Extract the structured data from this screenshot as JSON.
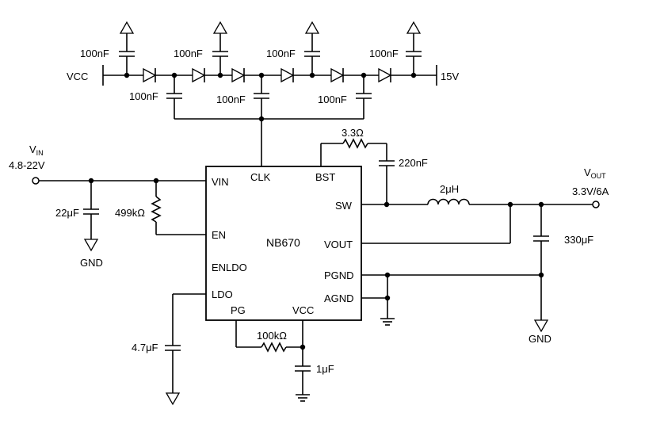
{
  "nets": {
    "vcc_left": "VCC",
    "out_15v": "15V",
    "vin_main": "V",
    "vin_sub": "IN",
    "vin_range": "4.8-22V",
    "vout_main": "V",
    "vout_sub": "OUT",
    "vout_spec": "3.3V/6A",
    "gnd_in": "GND",
    "gnd_out": "GND"
  },
  "components": {
    "pump_caps_top": [
      "100nF",
      "100nF",
      "100nF",
      "100nF"
    ],
    "pump_caps_bottom": [
      "100nF",
      "100nF",
      "100nF"
    ],
    "r_boot": "3.3Ω",
    "c_boot": "220nF",
    "inductor": "2μH",
    "c_out": "330μF",
    "c_in": "22μF",
    "r_en": "499kΩ",
    "c_ldo": "4.7μF",
    "r_pg": "100kΩ",
    "c_vcc": "1μF"
  },
  "ic": {
    "name": "NB670",
    "pins": {
      "vin": "VIN",
      "clk": "CLK",
      "bst": "BST",
      "sw": "SW",
      "en": "EN",
      "vout": "VOUT",
      "enldo": "ENLDO",
      "pgnd": "PGND",
      "ldo": "LDO",
      "agnd": "AGND",
      "pg": "PG",
      "vcc": "VCC"
    }
  }
}
